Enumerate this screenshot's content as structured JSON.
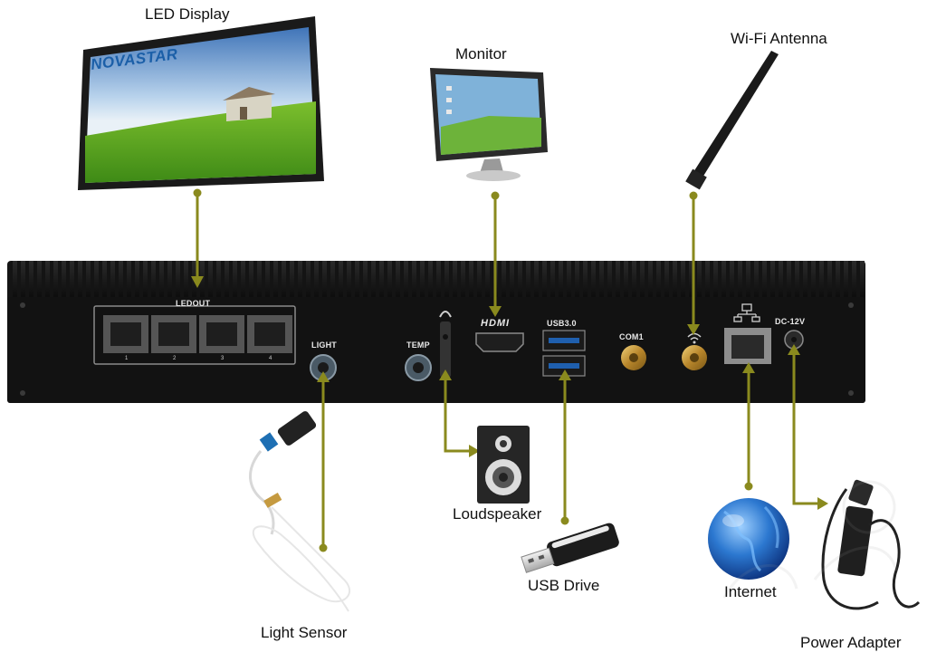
{
  "labels": {
    "led_display": "LED Display",
    "monitor": "Monitor",
    "wifi_antenna": "Wi-Fi Antenna",
    "light_sensor": "Light Sensor",
    "loudspeaker": "Loudspeaker",
    "usb_drive": "USB Drive",
    "internet": "Internet",
    "power_adapter": "Power Adapter"
  },
  "ports": {
    "ledout": "LEDOUT",
    "ledout_numbers": [
      "1",
      "2",
      "3",
      "4"
    ],
    "light": "LIGHT",
    "temp": "TEMP",
    "hdmi": "HDMI",
    "usb": "USB3.0",
    "com": "COM1",
    "dc": "DC-12V"
  },
  "screen_brand": "NOVASTAR",
  "colors": {
    "connector_line": "#8a8a1e",
    "device_body": "#151515",
    "port_text": "#e8e8e8"
  },
  "icons": [
    "network-icon",
    "wifi-icon",
    "headphone-icon"
  ]
}
